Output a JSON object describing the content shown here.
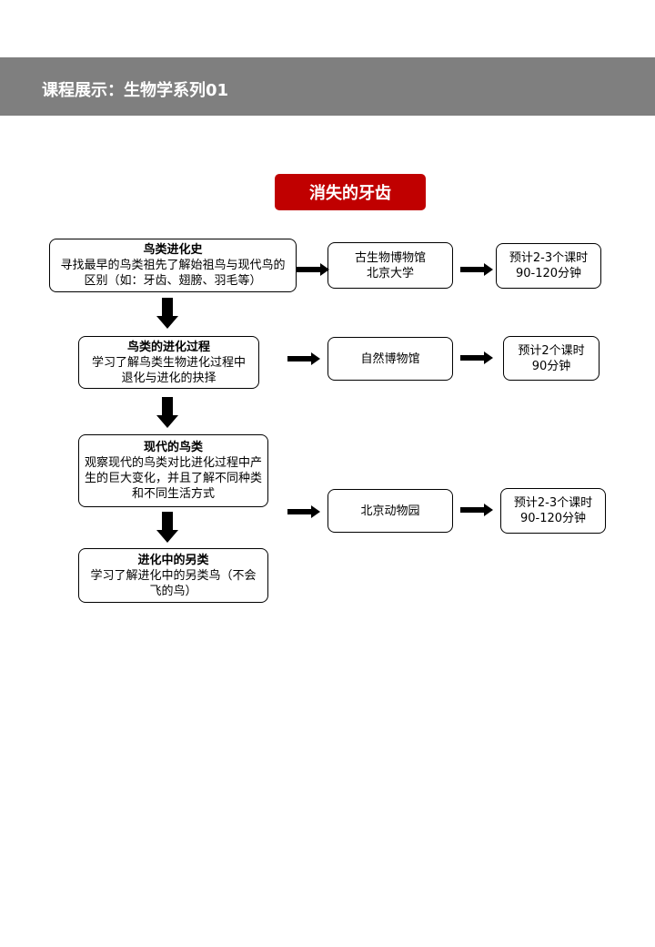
{
  "header": {
    "title": "课程展示：生物学系列01"
  },
  "main_title": "消失的牙齿",
  "steps": [
    {
      "title": "鸟类进化史",
      "desc": "寻找最早的鸟类祖先了解始祖鸟与现代鸟的区别（如：牙齿、翅膀、羽毛等）"
    },
    {
      "title": "鸟类的进化过程",
      "desc": "学习了解鸟类生物进化过程中退化与进化的抉择"
    },
    {
      "title": "现代的鸟类",
      "desc": "观察现代的鸟类对比进化过程中产生的巨大变化，并且了解不同种类和不同生活方式"
    },
    {
      "title": "进化中的另类",
      "desc": "学习了解进化中的另类鸟（不会飞的鸟）"
    }
  ],
  "venues": [
    {
      "line1": "古生物博物馆",
      "line2": "北京大学"
    },
    {
      "line1": "自然博物馆"
    },
    {
      "line1": "北京动物园"
    }
  ],
  "durations": [
    {
      "line1": "预计2-3个课时",
      "line2": "90-120分钟"
    },
    {
      "line1": "预计2个课时",
      "line2": "90分钟"
    },
    {
      "line1": "预计2-3个课时",
      "line2": "90-120分钟"
    }
  ]
}
